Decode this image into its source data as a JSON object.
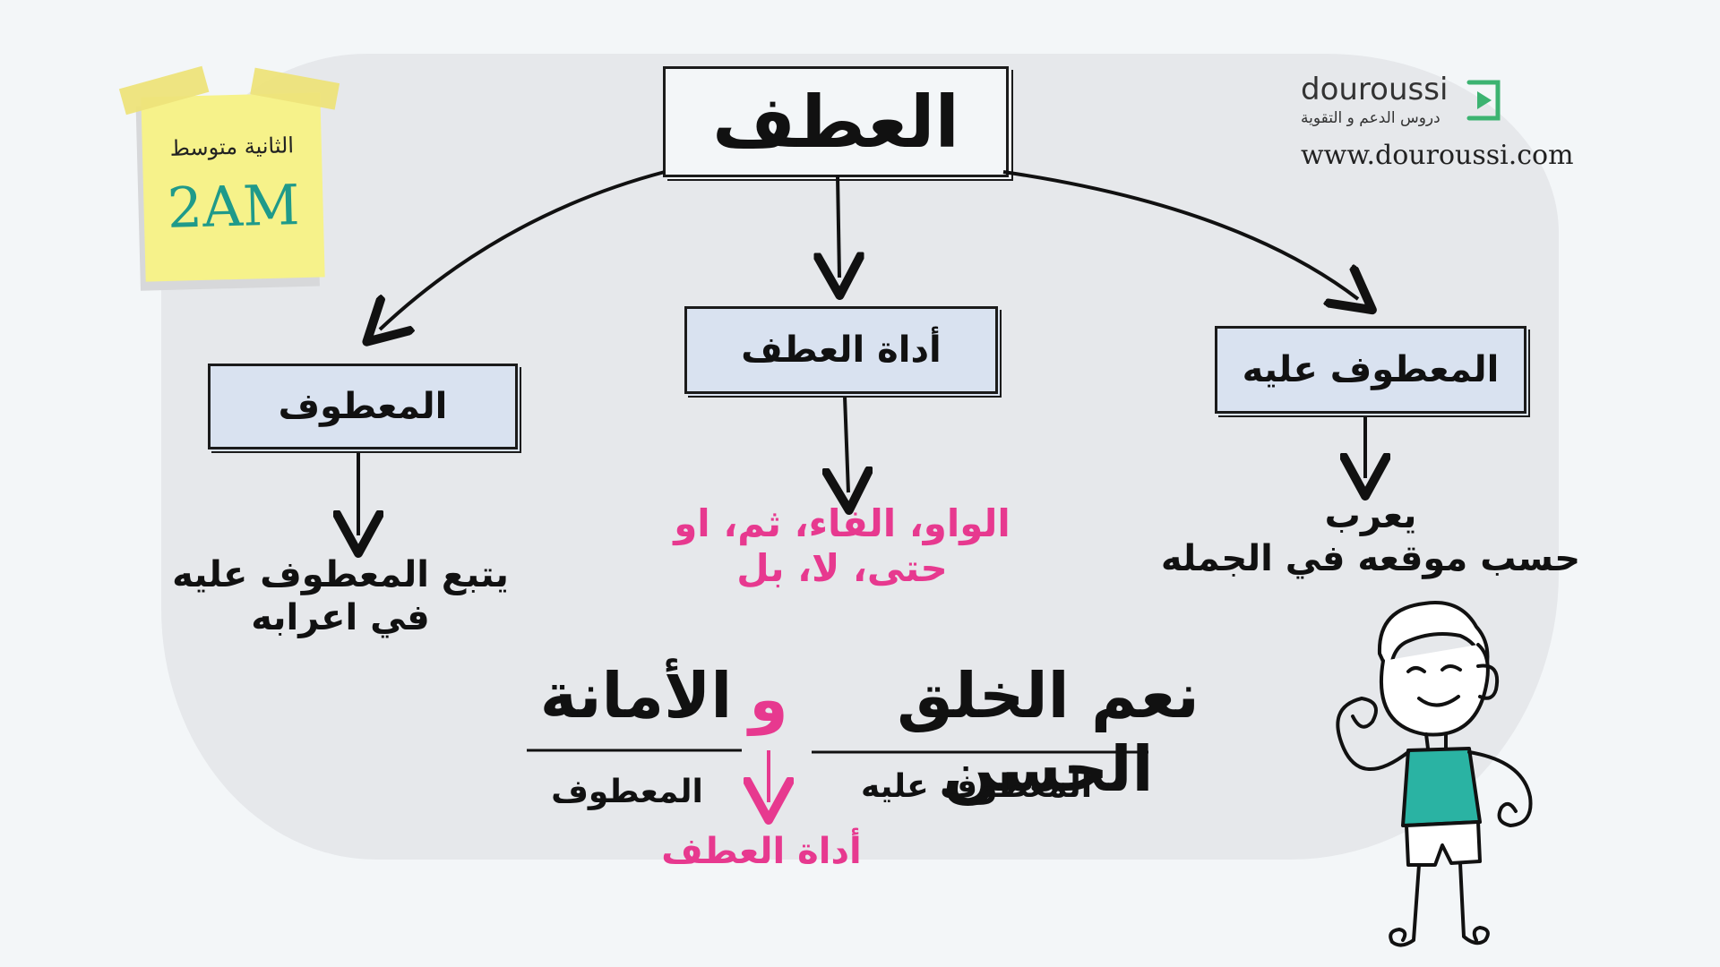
{
  "title": "العطف",
  "sticky": {
    "level": "الثانية متوسط",
    "code": "2AM"
  },
  "brand": {
    "name": "douroussi",
    "tagline": "دروس الدعم و التقوية",
    "url": "www.douroussi.com"
  },
  "nodes": {
    "maatouf": {
      "label": "المعطوف",
      "desc_line1": "يتبع المعطوف عليه",
      "desc_line2": "في اعرابه"
    },
    "adat": {
      "label": "أداة العطف",
      "desc_line1": "الواو، الفاء، ثم، او",
      "desc_line2": "حتى، لا، بل"
    },
    "maatouf_alayh": {
      "label": "المعطوف عليه",
      "desc_line1": "يعرب",
      "desc_line2": "حسب موقعه في الجمله"
    }
  },
  "example": {
    "sentence_part1": "نعم الخلق الحسن",
    "conjunction": "و",
    "sentence_part2": "الأمانة",
    "label_maatouf_alayh": "المعطوف عليه",
    "label_maatouf": "المعطوف",
    "label_adat": "أداة العطف"
  },
  "colors": {
    "accent_pink": "#e7398f",
    "node_fill": "#d9e2f0",
    "teal": "#1f9a8a",
    "sticky": "#f6f28a"
  }
}
